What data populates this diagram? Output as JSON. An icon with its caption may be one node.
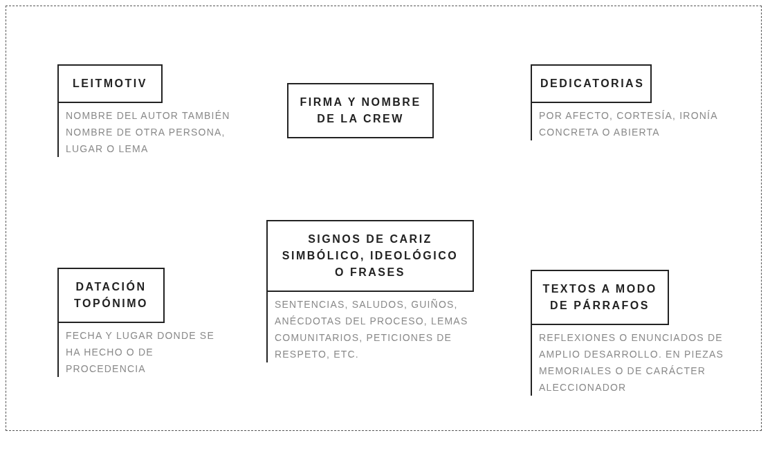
{
  "diagram": {
    "nodes": [
      {
        "text": [
          "LEITMOTIV"
        ],
        "beside": [
          "NOMBRE DEL AUTOR TAMBIÉN NOMBRE DE OTRA PERSONA, LUGAR O LEMA"
        ]
      },
      {
        "text": [
          "FIRMA Y NOMBRE DE LA CREW"
        ]
      },
      {
        "text": [
          "DEDICATORIAS"
        ],
        "beside": [
          "POR AFECTO, CORTESÍA, IRONÍA CONCRETA O ABIERTA"
        ]
      },
      {
        "text": [
          "DATACIÓN TOPÓNIMO"
        ],
        "beside": [
          "FECHA Y LUGAR DONDE SE HA HECHO O DE PROCEDENCIA"
        ]
      },
      {
        "text": [
          "SIGNOS DE CARIZ SIMBÓLICO, IDEOLÓGICO O FRASES"
        ],
        "beside": [
          "SENTENCIAS, SALUDOS, GUIÑOS, ANÉCDOTAS DEL PROCESO, LEMAS COMUNITARIOS, PETICIONES DE RESPETO, ETC."
        ]
      },
      {
        "text": [
          "TEXTOS A MODO DE PÁRRAFOS"
        ],
        "beside": [
          "REFLEXIONES O ENUNCIADOS DE AMPLIO DESARROLLO. EN PIEZAS MEMORIALES O DE CARÁCTER ALECCIONADOR"
        ]
      }
    ],
    "edges": []
  }
}
